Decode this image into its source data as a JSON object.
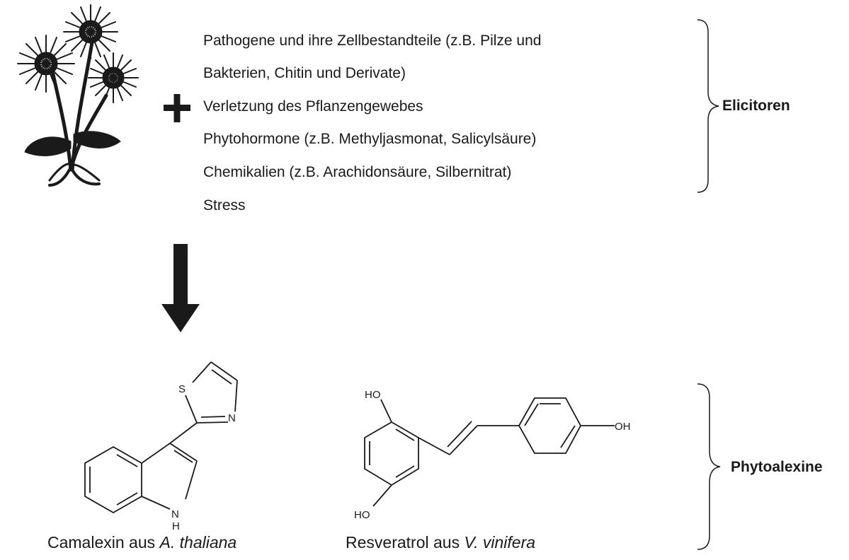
{
  "elicitors": {
    "items": [
      "Pathogene und ihre Zellbestandteile (z.B. Pilze und",
      "Bakterien, Chitin und Derivate)",
      "Verletzung des Pflanzengewebes",
      "Phytohormone (z.B. Methyljasmonat, Salicylsäure)",
      "Chemikalien (z.B. Arachidonsäure, Silbernitrat)",
      "Stress"
    ],
    "group_label": "Elicitoren"
  },
  "phytoalexins": {
    "group_label": "Phytoalexine",
    "camalexin": {
      "name": "Camalexin aus ",
      "organism": "A. thaliana",
      "atoms": {
        "s": "S",
        "n": "N",
        "nh_n": "N",
        "nh_h": "H"
      }
    },
    "resveratrol": {
      "name": "Resveratrol aus ",
      "organism": "V. vinifera",
      "atoms": {
        "oh_top": "HO",
        "oh_bottom": "HO",
        "oh_right": "OH"
      }
    }
  },
  "icons": [
    "flower-icon",
    "plus-icon",
    "down-arrow-icon",
    "brace-icon"
  ],
  "colors": {
    "ink": "#1a1a1a",
    "background": "#ffffff"
  }
}
